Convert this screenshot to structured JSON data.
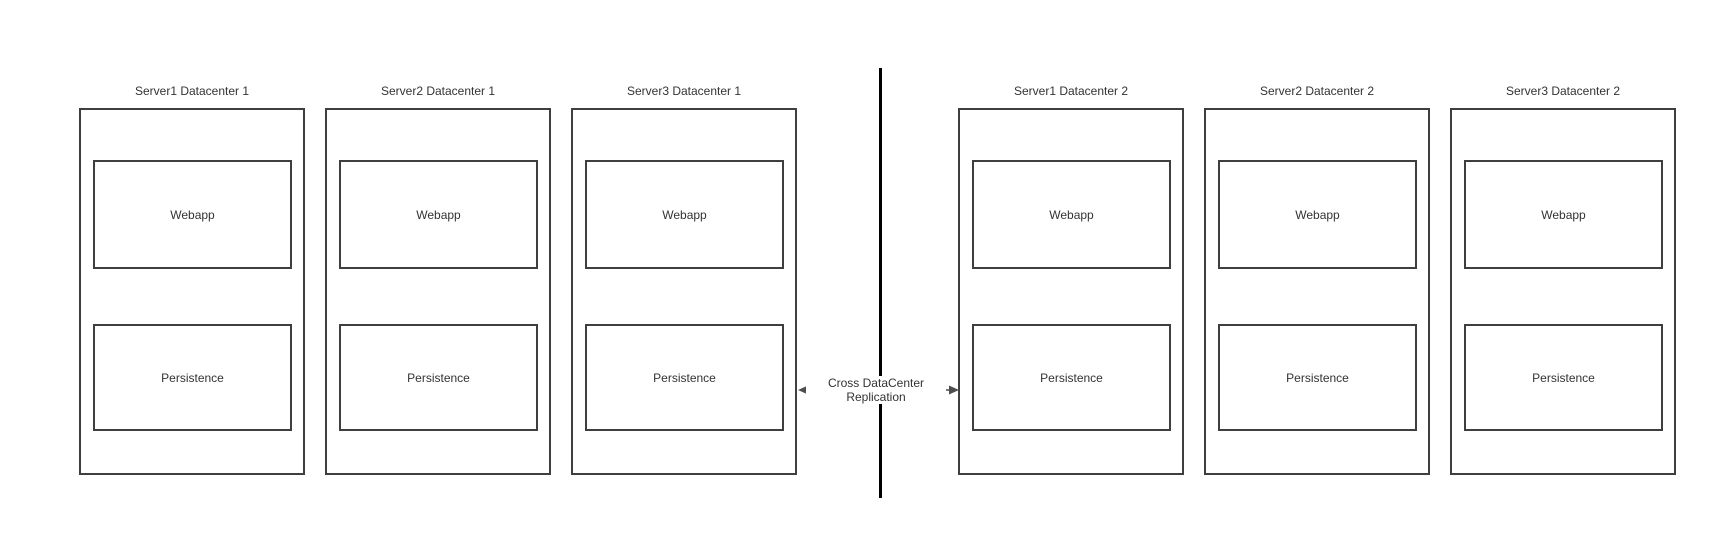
{
  "diagram": {
    "type": "architecture-diagram",
    "servers": [
      {
        "title": "Server1 Datacenter 1",
        "webapp": "Webapp",
        "persistence": "Persistence"
      },
      {
        "title": "Server2 Datacenter 1",
        "webapp": "Webapp",
        "persistence": "Persistence"
      },
      {
        "title": "Server3 Datacenter 1",
        "webapp": "Webapp",
        "persistence": "Persistence"
      },
      {
        "title": "Server1 Datacenter 2",
        "webapp": "Webapp",
        "persistence": "Persistence"
      },
      {
        "title": "Server2 Datacenter 2",
        "webapp": "Webapp",
        "persistence": "Persistence"
      },
      {
        "title": "Server3 Datacenter 2",
        "webapp": "Webapp",
        "persistence": "Persistence"
      }
    ],
    "replication_label": {
      "line1": "Cross DataCenter",
      "line2": "Replication"
    },
    "colors": {
      "background": "#ffffff",
      "box_border": "#3f3f3f",
      "divider_line": "#000000",
      "text": "#333333",
      "arrow": "#4d4d4d"
    }
  }
}
